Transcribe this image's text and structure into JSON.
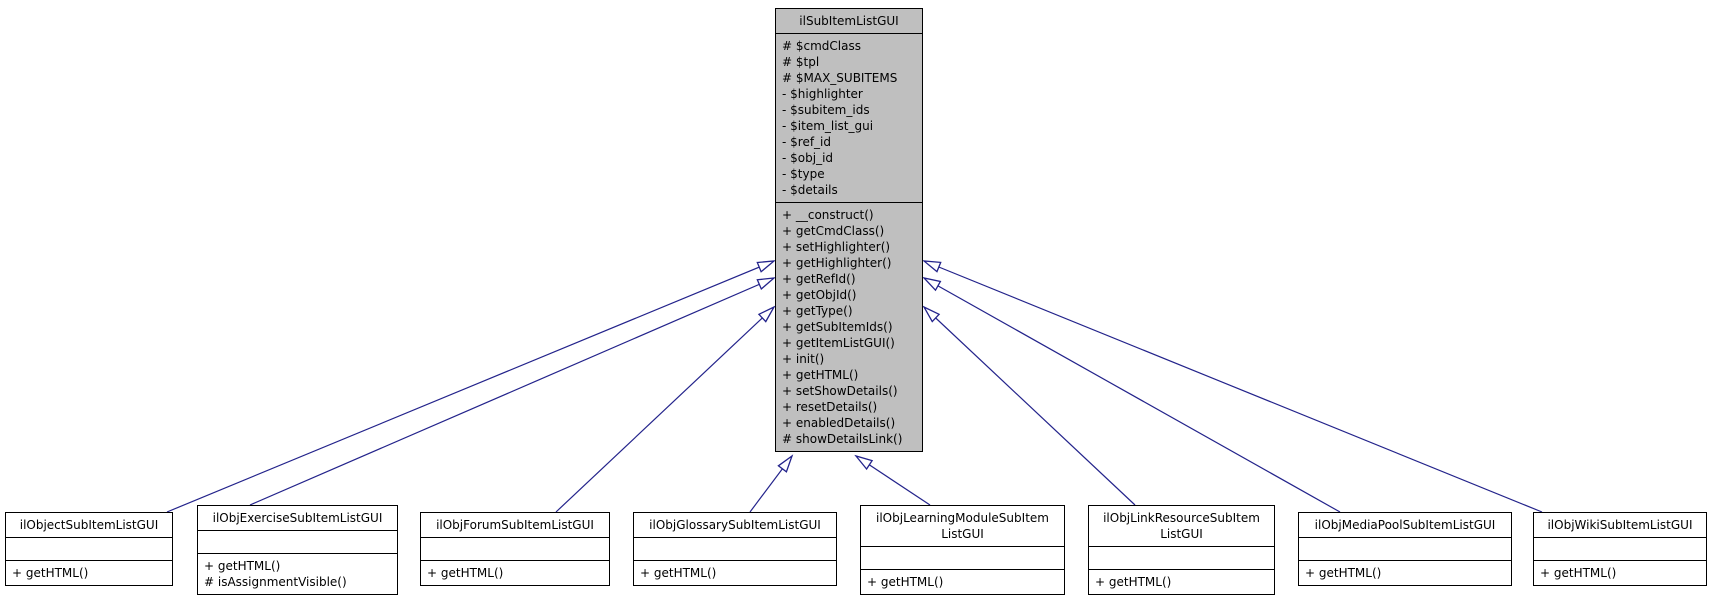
{
  "diagram": {
    "main_class": {
      "name": "ilSubItemListGUI",
      "attributes": [
        "# $cmdClass",
        "# $tpl",
        "# $MAX_SUBITEMS",
        "- $highlighter",
        "- $subitem_ids",
        "- $item_list_gui",
        "- $ref_id",
        "- $obj_id",
        "- $type",
        "- $details"
      ],
      "methods": [
        "+ __construct()",
        "+ getCmdClass()",
        "+ setHighlighter()",
        "+ getHighlighter()",
        "+ getRefId()",
        "+ getObjId()",
        "+ getType()",
        "+ getSubItemIds()",
        "+ getItemListGUI()",
        "+ init()",
        "+ getHTML()",
        "+ setShowDetails()",
        "+ resetDetails()",
        "+ enabledDetails()",
        "# showDetailsLink()"
      ]
    },
    "subclasses": [
      {
        "name": "ilObjectSubItemListGUI",
        "methods": [
          "+ getHTML()"
        ]
      },
      {
        "name": "ilObjExerciseSubItemListGUI",
        "methods": [
          "+ getHTML()",
          "# isAssignmentVisible()"
        ]
      },
      {
        "name": "ilObjForumSubItemListGUI",
        "methods": [
          "+ getHTML()"
        ]
      },
      {
        "name": "ilObjGlossarySubItemListGUI",
        "methods": [
          "+ getHTML()"
        ]
      },
      {
        "name": "ilObjLearningModuleSubItem\nListGUI",
        "methods": [
          "+ getHTML()"
        ]
      },
      {
        "name": "ilObjLinkResourceSubItem\nListGUI",
        "methods": [
          "+ getHTML()"
        ]
      },
      {
        "name": "ilObjMediaPoolSubItemListGUI",
        "methods": [
          "+ getHTML()"
        ]
      },
      {
        "name": "ilObjWikiSubItemListGUI",
        "methods": [
          "+ getHTML()"
        ]
      }
    ]
  },
  "colors": {
    "node_fill": "#bfbfbf",
    "sub_fill": "#ffffff",
    "node_border": "#000000",
    "edge_color": "#23238b",
    "background": "#ffffff"
  }
}
